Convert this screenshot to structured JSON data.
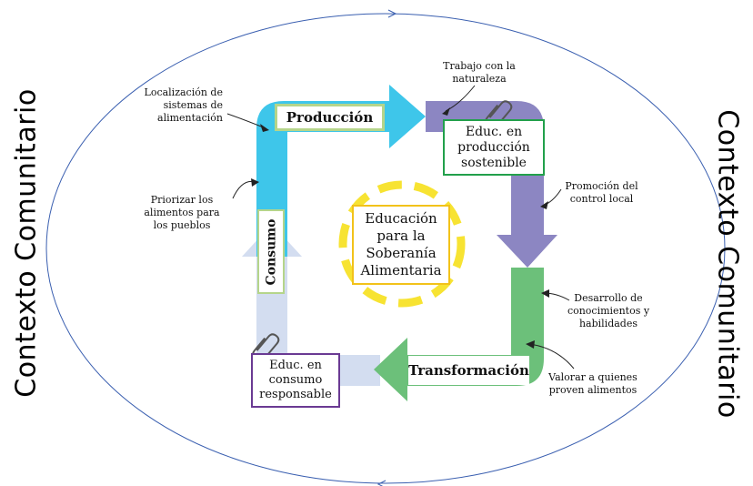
{
  "context": {
    "left": "Contexto Comunitario",
    "right": "Contexto Comunitario"
  },
  "cycle": {
    "produccion": "Producción",
    "transformacion": "Transformación",
    "consumo": "Consumo"
  },
  "center": "Educación para la Soberanía Alimentaria",
  "education_boxes": {
    "produccion": "Educ. en producción sostenible",
    "consumo": "Educ. en consumo responsable"
  },
  "notes": {
    "localizacion": "Localización de sistemas de alimentación",
    "trabajo": "Trabajo con la naturaleza",
    "promocion": "Promoción del control local",
    "priorizar": "Priorizar los alimentos para los pueblos",
    "desarrollo": "Desarrollo de conocimientos y habilidades",
    "valorar": "Valorar a quienes proven alimentos"
  },
  "colors": {
    "produccion": "#3ec6ea",
    "control": "#8c86c2",
    "transformacion": "#6cc07a",
    "consumo": "#d3ddf0",
    "center_dash": "#f7e332",
    "center_border": "#f2c21a",
    "ellipse": "#3a5fb0"
  },
  "icons": [
    "paperclip-icon",
    "paperclip-icon"
  ]
}
